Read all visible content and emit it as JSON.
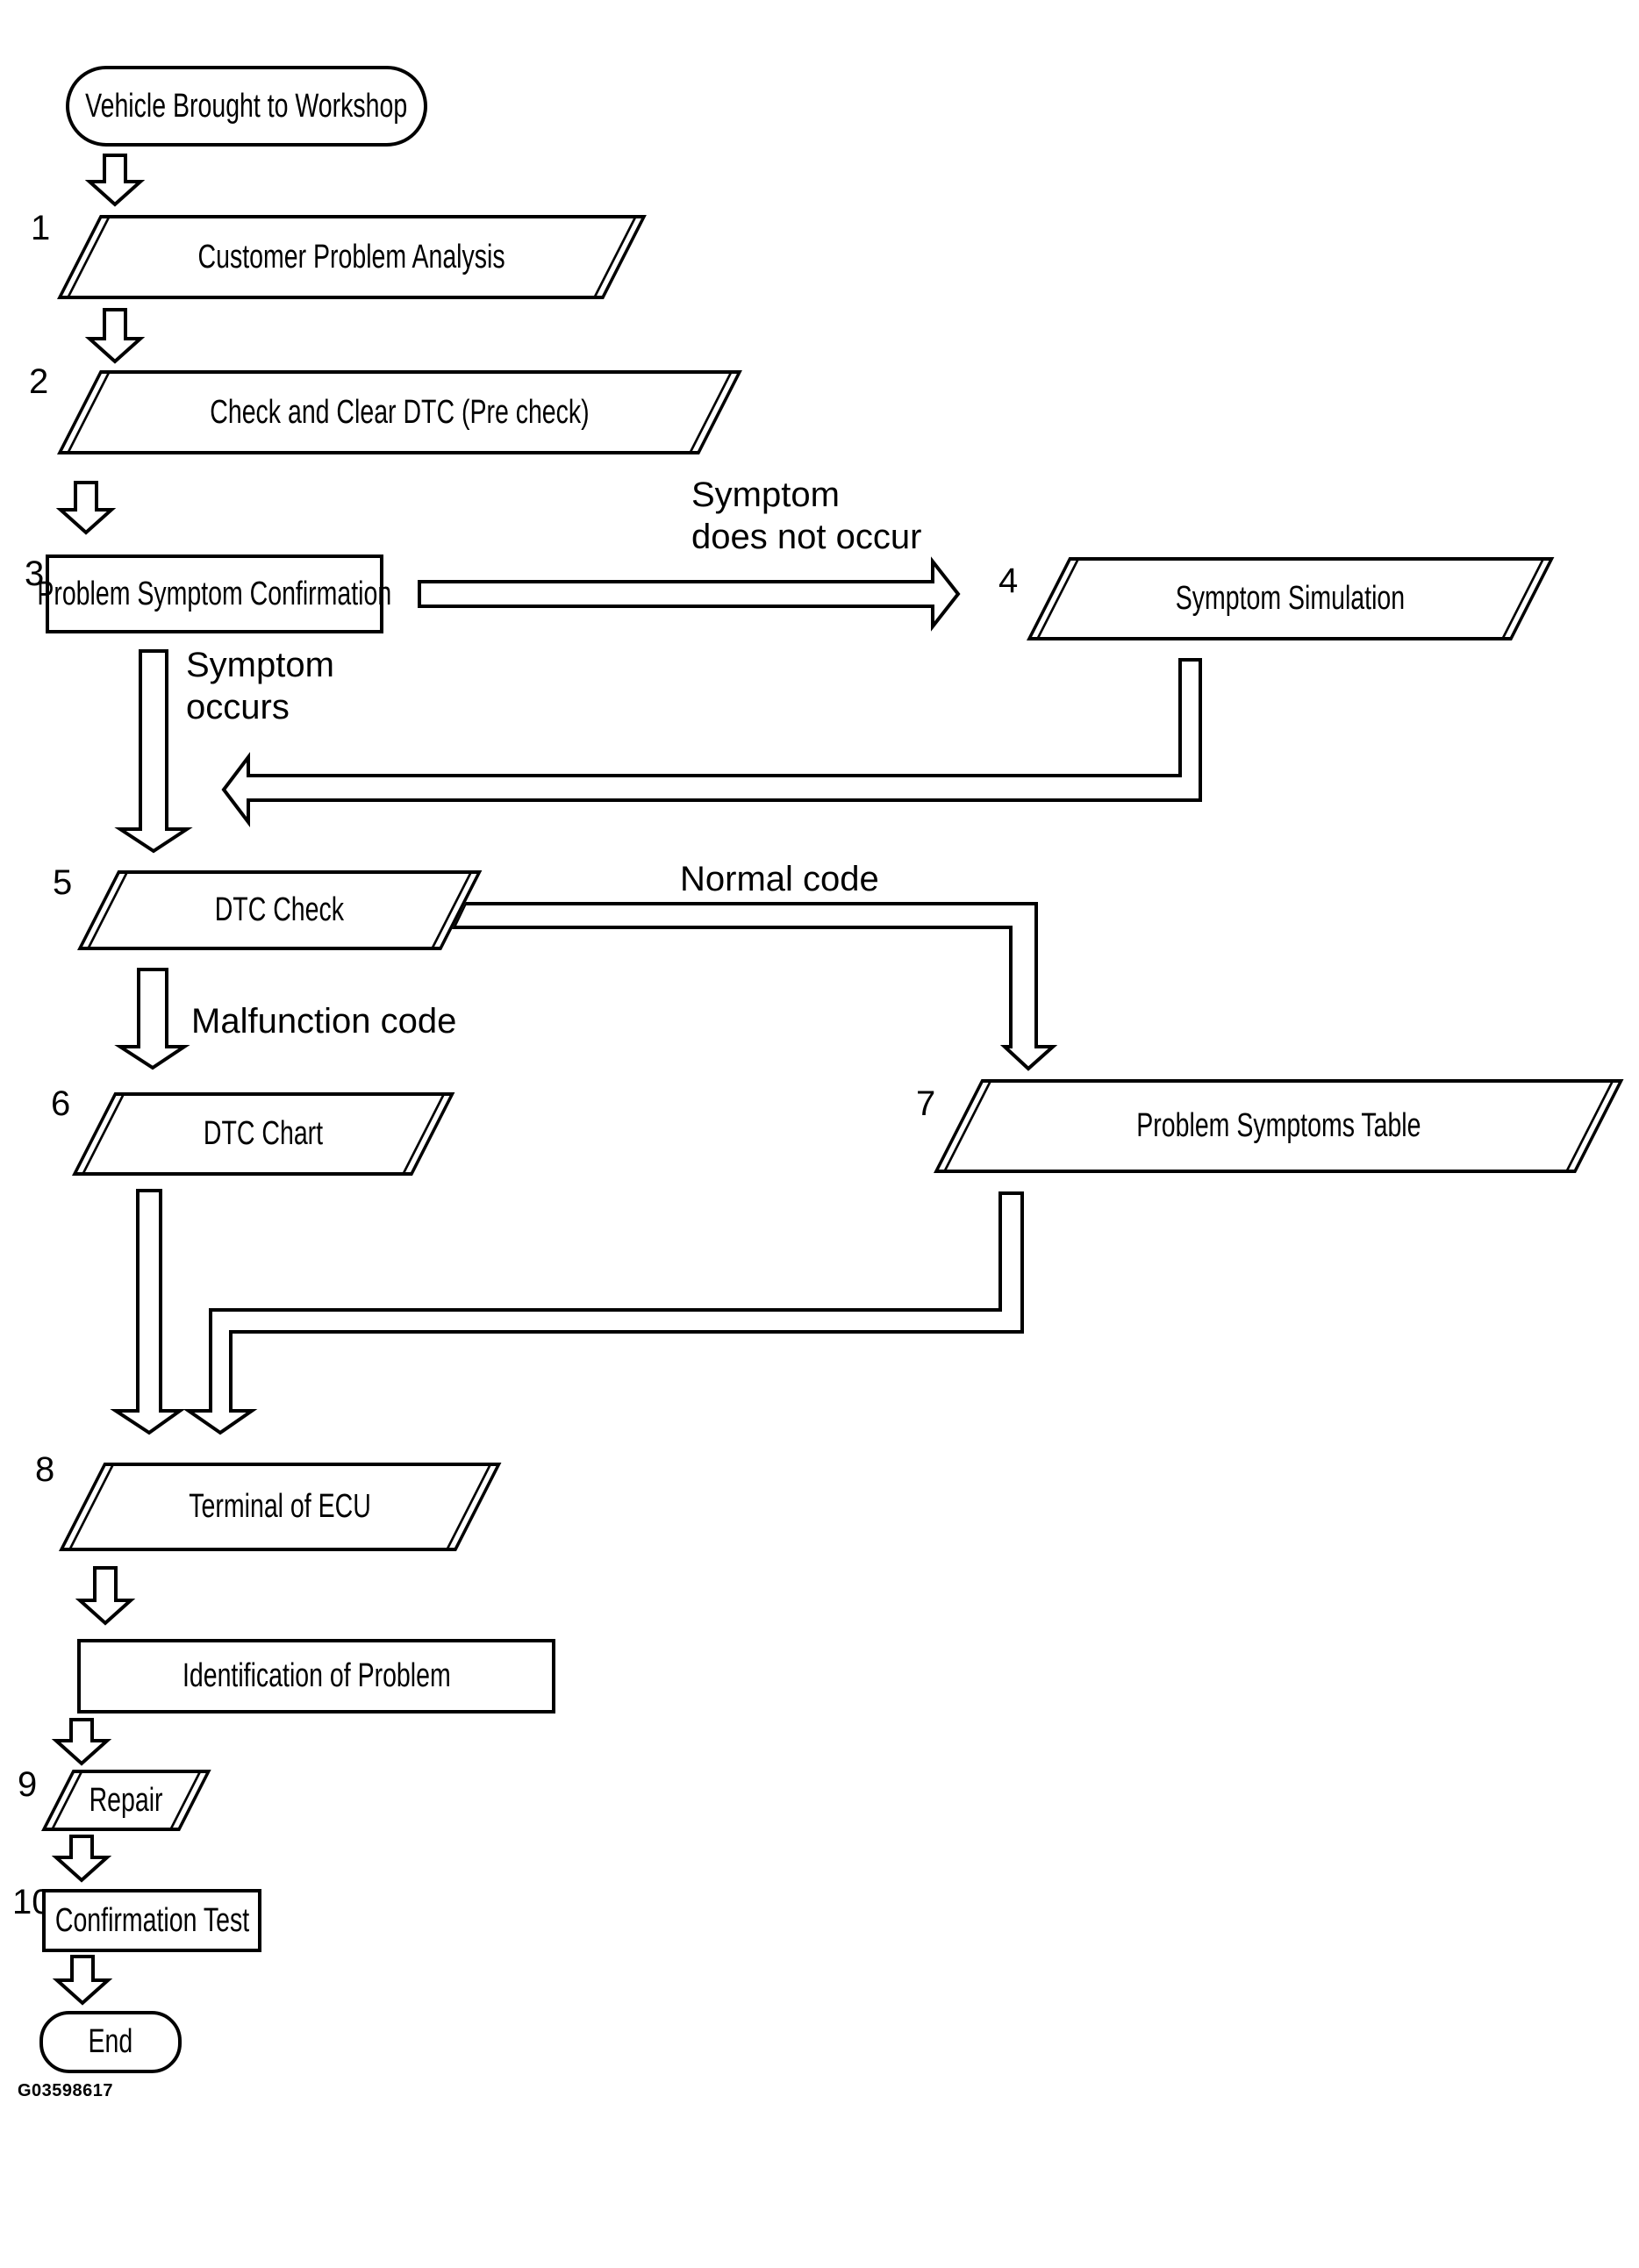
{
  "page": {
    "background": "#ffffff",
    "line_color": "#000000"
  },
  "figure_code": "G03598617",
  "nodes": {
    "start": {
      "label": "Vehicle Brought to Workshop"
    },
    "customer_problem_analysis": {
      "num": "1",
      "label": "Customer Problem Analysis"
    },
    "check_clear_dtc": {
      "num": "2",
      "label": "Check and Clear DTC (Pre check)"
    },
    "problem_symptom_confirmation": {
      "num": "3",
      "label": "Problem Symptom Confirmation"
    },
    "symptom_simulation": {
      "num": "4",
      "label": "Symptom Simulation"
    },
    "dtc_check": {
      "num": "5",
      "label": "DTC Check"
    },
    "dtc_chart": {
      "num": "6",
      "label": "DTC Chart"
    },
    "problem_symptoms_table": {
      "num": "7",
      "label": "Problem Symptoms Table"
    },
    "terminal_of_ecu": {
      "num": "8",
      "label": "Terminal of ECU"
    },
    "identification_of_problem": {
      "label": "Identification of Problem"
    },
    "repair": {
      "num": "9",
      "label": "Repair"
    },
    "confirmation_test": {
      "num": "10",
      "label": "Confirmation Test"
    },
    "end": {
      "label": "End"
    }
  },
  "edge_labels": {
    "symptom_does_not_occur_line1": "Symptom",
    "symptom_does_not_occur_line2": "does not occur",
    "symptom_occurs_line1": "Symptom",
    "symptom_occurs_line2": "occurs",
    "normal_code": "Normal code",
    "malfunction_code": "Malfunction code"
  }
}
